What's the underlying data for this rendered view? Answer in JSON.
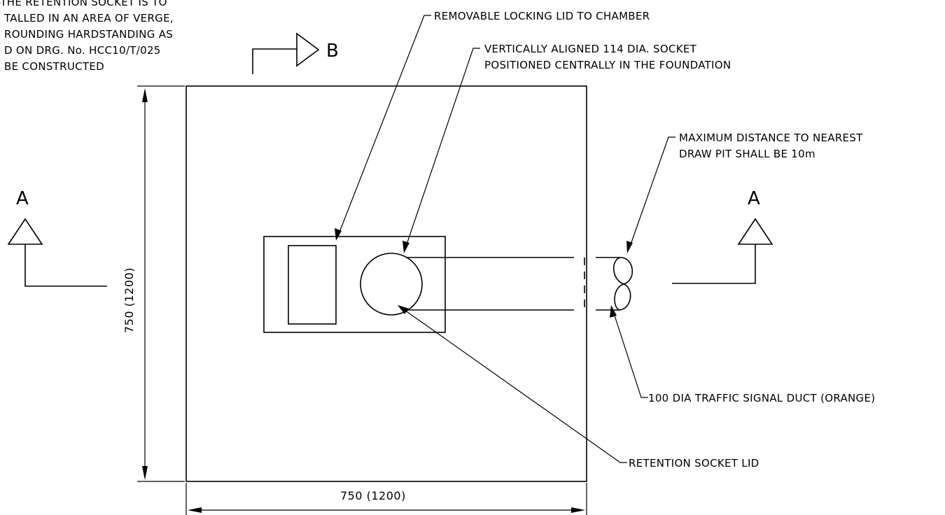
{
  "top_left_note": [
    "-THE RETENTION SOCKET IS TO",
    "TALLED IN AN AREA OF VERGE,",
    "ROUNDING HARDSTANDING AS",
    "D ON DRG. No. HCC10/T/025",
    "BE CONSTRUCTED"
  ],
  "section_labels": {
    "a_left": "A",
    "a_right": "A",
    "b_top": "B"
  },
  "callouts": {
    "locking_lid": "REMOVABLE LOCKING LID TO CHAMBER",
    "socket_line1": "VERTICALLY ALIGNED 114 DIA. SOCKET",
    "socket_line2": "POSITIONED CENTRALLY IN THE FOUNDATION",
    "distance_line1": "MAXIMUM DISTANCE TO NEAREST",
    "distance_line2": "DRAW PIT SHALL BE 10m",
    "duct": "100 DIA TRAFFIC SIGNAL DUCT (ORANGE)",
    "socket_lid": "RETENTION SOCKET LID"
  },
  "dimensions": {
    "vertical": "750 (1200)",
    "horizontal": "750 (1200)"
  },
  "colors": {
    "ink": "#000000",
    "paper": "#ffffff"
  }
}
